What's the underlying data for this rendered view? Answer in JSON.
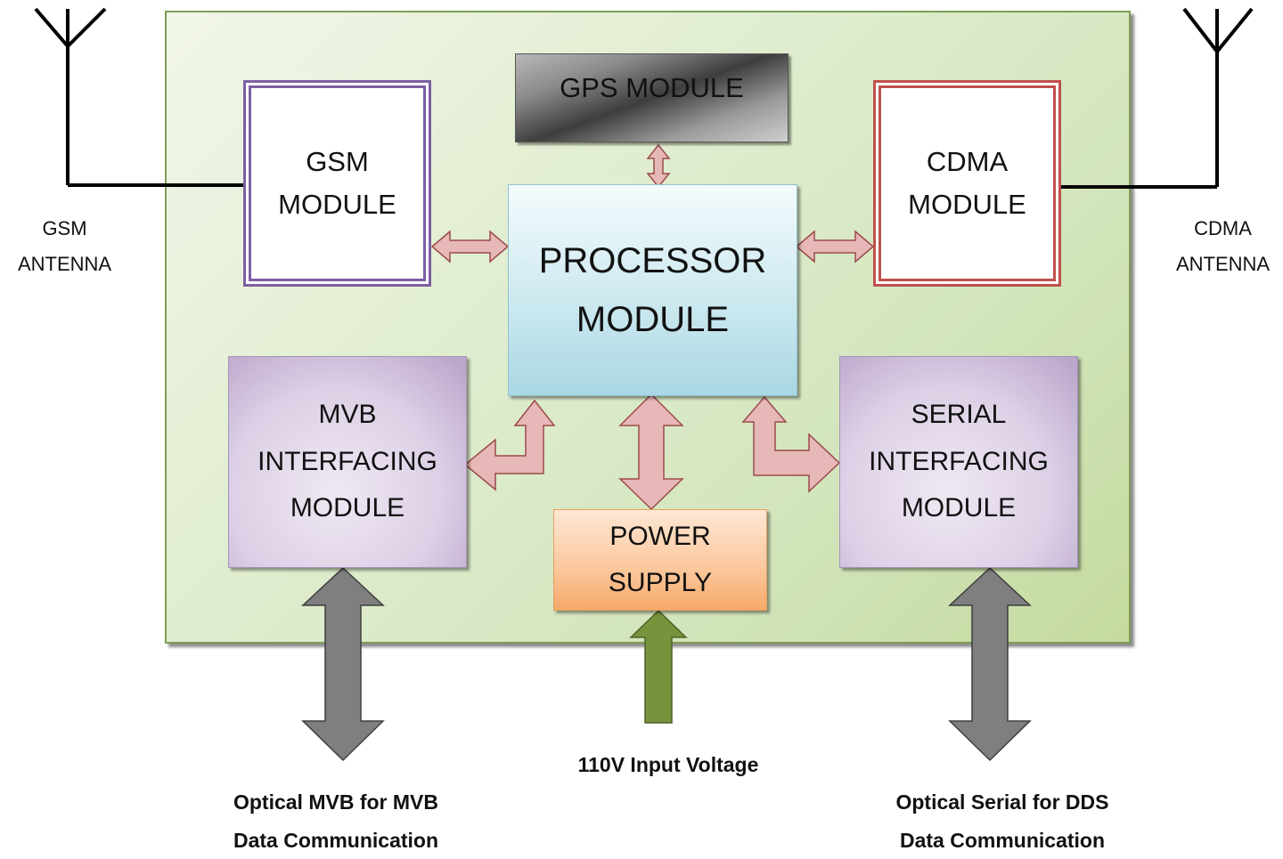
{
  "modules": {
    "gps": [
      "GPS MODULE"
    ],
    "gsm": [
      "GSM",
      "MODULE"
    ],
    "cdma": [
      "CDMA",
      "MODULE"
    ],
    "processor": [
      "PROCESSOR",
      "MODULE"
    ],
    "mvb": [
      "MVB",
      "INTERFACING",
      "MODULE"
    ],
    "serial": [
      "SERIAL",
      "INTERFACING",
      "MODULE"
    ],
    "power": [
      "POWER",
      "SUPPLY"
    ]
  },
  "external": {
    "gsm_antenna": [
      "GSM",
      "ANTENNA"
    ],
    "cdma_antenna": [
      "CDMA",
      "ANTENNA"
    ],
    "input_voltage": "110V Input Voltage",
    "mvb_comm": [
      "Optical MVB for MVB",
      "Data Communication"
    ],
    "serial_comm": [
      "Optical Serial for DDS",
      "Data Communication"
    ]
  },
  "colors": {
    "board": "#d3e5bd",
    "gsm_border": "#7d5fa3",
    "cdma_border": "#c0504d",
    "internal_arrow": "#e6b8b7",
    "external_arrow": "#7f7f7f",
    "power_input_arrow": "#77933c"
  }
}
